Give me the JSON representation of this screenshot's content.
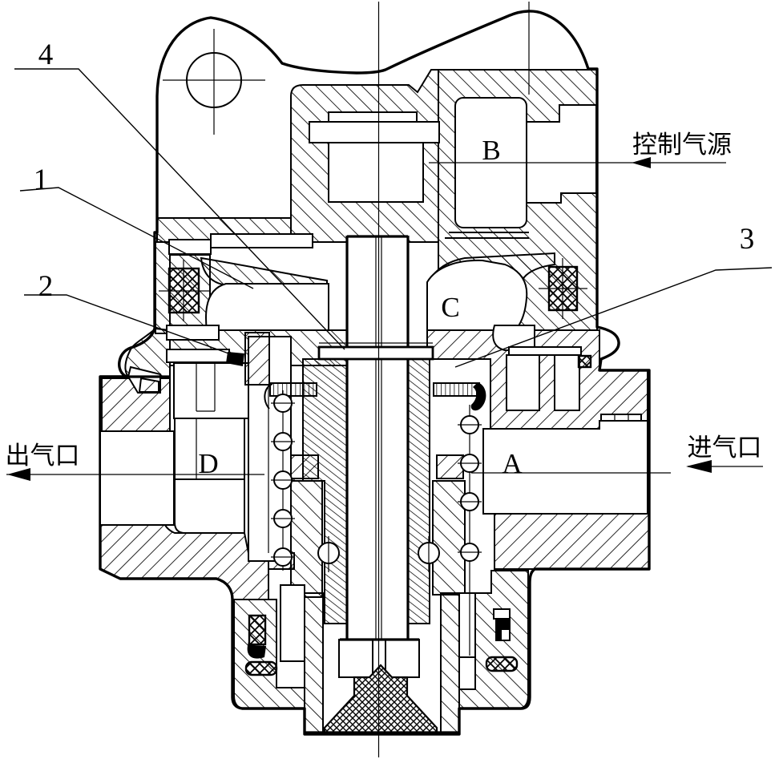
{
  "ink": "#000000",
  "callouts": {
    "n1": "1",
    "n2": "2",
    "n3": "3",
    "n4": "4"
  },
  "chambers": {
    "a": "A",
    "b": "B",
    "c": "C",
    "d": "D"
  },
  "flow": {
    "control": "控制气源",
    "outlet": "出气口",
    "inlet": "进气口"
  }
}
